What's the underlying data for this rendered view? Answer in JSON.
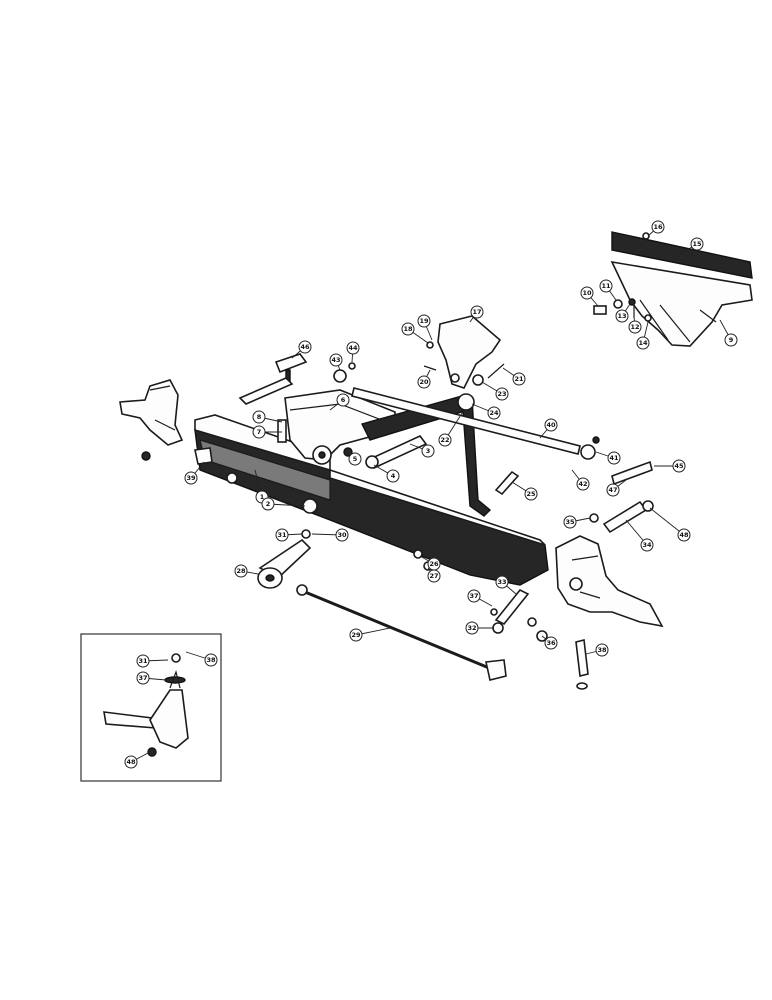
{
  "callouts": {
    "main": [
      "1",
      "2",
      "3",
      "4",
      "5",
      "6",
      "7",
      "8",
      "17",
      "18",
      "19",
      "20",
      "21",
      "22",
      "23",
      "24",
      "25",
      "26",
      "27",
      "28",
      "29",
      "30",
      "31",
      "32",
      "33",
      "34",
      "35",
      "36",
      "37",
      "38",
      "39",
      "40",
      "41",
      "42",
      "43",
      "44",
      "45",
      "46",
      "47",
      "48"
    ],
    "top_right": [
      "9",
      "10",
      "11",
      "12",
      "13",
      "14",
      "15",
      "16"
    ],
    "inset": [
      "31",
      "37",
      "38",
      "48"
    ]
  }
}
